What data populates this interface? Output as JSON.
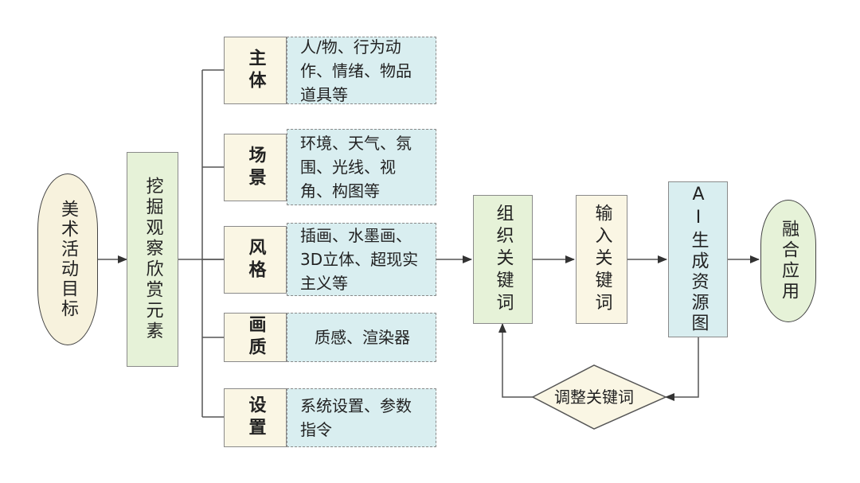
{
  "start": "美术活动目标",
  "mining": "挖掘观察欣赏元素",
  "categories": [
    {
      "name": "主体",
      "desc": "人/物、行为动作、情绪、物品道具等"
    },
    {
      "name": "场景",
      "desc": "环境、天气、氛围、光线、视角、构图等"
    },
    {
      "name": "风格",
      "desc": "插画、水墨画、3D立体、超现实主义等"
    },
    {
      "name": "画质",
      "desc": "质感、渲染器"
    },
    {
      "name": "设置",
      "desc": "系统设置、参数指令"
    }
  ],
  "organize": "组织关键词",
  "input": "输入关键词",
  "ai_generate": "AI生成资源图",
  "merge": "融合应用",
  "adjust": "调整关键词"
}
